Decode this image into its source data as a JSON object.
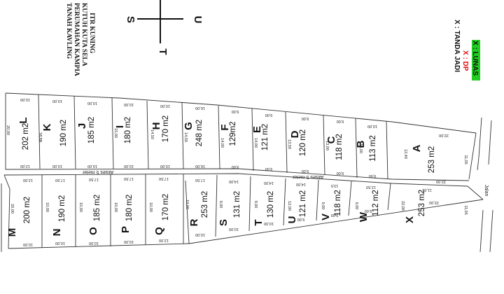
{
  "title": {
    "lines": [
      "TANAH KAVLING",
      "PERUMAHAN KAMPIA",
      "KUTUH KUTA SELA",
      "ITR KUNING"
    ]
  },
  "compass": {
    "north": "U",
    "south": "S",
    "west": "T"
  },
  "legend": [
    {
      "label": "X : TANDA JADI",
      "color": "#111111",
      "highlight": ""
    },
    {
      "label": "X : DP",
      "color": "#e01010",
      "highlight": ""
    },
    {
      "label": "X : LUNAS",
      "color": "#111111",
      "highlight": "#22cc22"
    }
  ],
  "roads": {
    "access": "Akses 5 meter",
    "main": "Jalan"
  },
  "upper_row": [
    {
      "id": "L",
      "area": "202 m2",
      "dims": [
        "10,00",
        "20,00",
        "12,00",
        "16,50"
      ]
    },
    {
      "id": "K",
      "area": "190 m2",
      "dims": [
        "10,00",
        "16,50",
        "10,00"
      ]
    },
    {
      "id": "J",
      "area": "185 m2",
      "dims": [
        "10,00",
        "10,00"
      ]
    },
    {
      "id": "I",
      "area": "180 m2",
      "dims": [
        "10,00",
        "15,00",
        "10,00"
      ]
    },
    {
      "id": "H",
      "area": "170 m2",
      "dims": [
        "10,00",
        "14,50",
        "10,00"
      ]
    },
    {
      "id": "G",
      "area": "248 m2",
      "dims": [
        "16,00",
        "14,50",
        "16,00"
      ]
    },
    {
      "id": "F",
      "area": "129m2",
      "dims": [
        "9,00",
        "14,00",
        "9,00"
      ]
    },
    {
      "id": "E",
      "area": "121 m2",
      "dims": [
        "9,00",
        "14,00",
        "9,00"
      ]
    },
    {
      "id": "D",
      "area": "120 m2",
      "dims": [
        "9,00",
        "13,50",
        "9,00"
      ]
    },
    {
      "id": "C",
      "area": "118 m2",
      "dims": [
        "9,00",
        "13,00",
        "9,00"
      ]
    },
    {
      "id": "B",
      "area": "113 m2",
      "dims": [
        "10,00",
        "13,00",
        "9,00"
      ]
    },
    {
      "id": "A",
      "area": "253 m2",
      "dims": [
        "22,00",
        "12,40",
        "22,00",
        "11,05"
      ]
    }
  ],
  "lower_row": [
    {
      "id": "M",
      "area": "200 m2",
      "dims": [
        "20,00",
        "12,00",
        "10,00"
      ]
    },
    {
      "id": "N",
      "area": "190 m2",
      "dims": [
        "10,00",
        "17,50",
        "10,00"
      ]
    },
    {
      "id": "O",
      "area": "185 m2",
      "dims": [
        "10,00",
        "17,50",
        "10,00"
      ]
    },
    {
      "id": "P",
      "area": "180 m2",
      "dims": [
        "10,00",
        "17,50",
        "10,00"
      ]
    },
    {
      "id": "Q",
      "area": "170 m2",
      "dims": [
        "10,00",
        "17,50",
        "12,00"
      ]
    },
    {
      "id": "R",
      "area": "253 m2",
      "dims": [
        "10,00",
        "17,50",
        "10,00"
      ]
    },
    {
      "id": "S",
      "area": "131 m2",
      "dims": [
        "9,00",
        "14,00",
        "10,00"
      ]
    },
    {
      "id": "T",
      "area": "130 m2",
      "dims": [
        "9,00",
        "14,00",
        "10,00"
      ]
    },
    {
      "id": "U",
      "area": "121 m2",
      "dims": [
        "12,00",
        "14,00",
        "9,00"
      ]
    },
    {
      "id": "V",
      "area": "118 m2",
      "dims": [
        "9,00",
        "13,5",
        "9,00"
      ]
    },
    {
      "id": "W",
      "area": "112 m2",
      "dims": [
        "9,00",
        "12,50",
        "9,00"
      ]
    },
    {
      "id": "X",
      "area": "253 m2",
      "dims": [
        "22,00",
        "11,05",
        "22,00",
        "11,05"
      ]
    }
  ]
}
